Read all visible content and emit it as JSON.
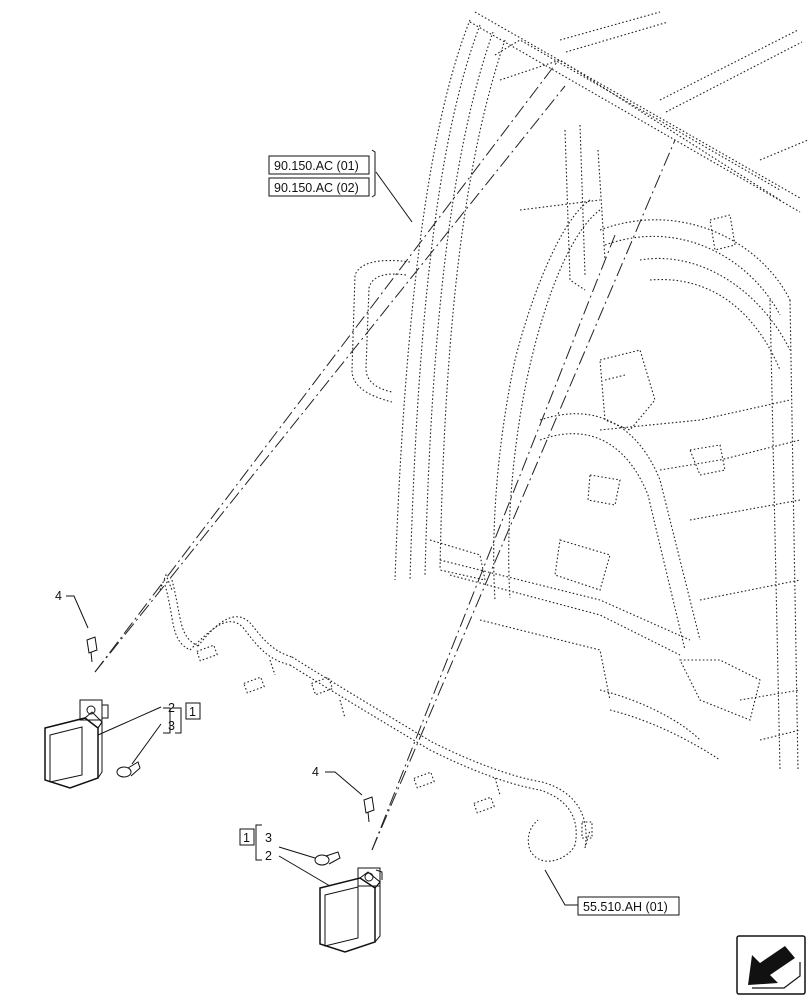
{
  "refs": {
    "ref_top_1": "90.150.AC (01)",
    "ref_top_2": "90.150.AC (02)",
    "ref_bottom": "55.510.AH (01)"
  },
  "callouts": {
    "left_group": {
      "item_4": "4",
      "item_2": "2",
      "item_3": "3",
      "group": "1"
    },
    "right_group": {
      "item_4": "4",
      "item_2": "2",
      "item_3": "3",
      "group": "1"
    }
  },
  "icons": [
    "navigation-arrow-icon"
  ]
}
